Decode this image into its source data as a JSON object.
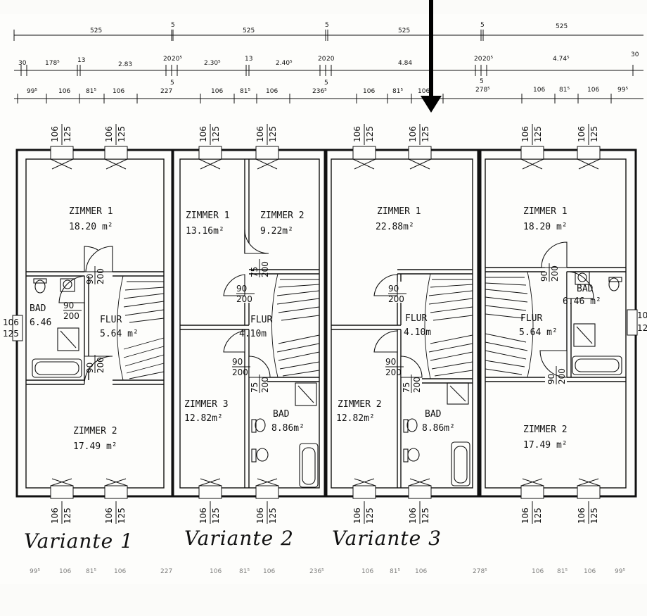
{
  "dim_rows": {
    "row1": [
      "525",
      "5",
      "525",
      "5",
      "525",
      "5",
      "525"
    ],
    "row2": [
      "30",
      "178⁵",
      "13",
      "2.83",
      "20",
      "20⁵",
      "2.30⁵",
      "13",
      "2.40⁵",
      "20",
      "20",
      "4.84",
      "20",
      "20⁵",
      "4.74⁵",
      "30",
      "5",
      "5",
      "5"
    ],
    "row3": [
      "99⁵",
      "106",
      "81⁵",
      "106",
      "227",
      "106",
      "81⁵",
      "106",
      "236⁵",
      "106",
      "81⁵",
      "106",
      "278⁵",
      "106",
      "81⁵",
      "106",
      "99⁵"
    ],
    "bottom": [
      "99⁵",
      "106",
      "81⁵",
      "106",
      "227",
      "106",
      "81⁵",
      "106",
      "236⁵",
      "106",
      "81⁵",
      "106",
      "278⁵",
      "106",
      "81⁵",
      "106",
      "99⁵"
    ]
  },
  "window": {
    "w": "106",
    "h": "125"
  },
  "door": {
    "w": "90",
    "h": "200"
  },
  "door_small": {
    "w": "75",
    "h": "200"
  },
  "side_window_left": {
    "w": "106",
    "h": "125"
  },
  "side_window_right": {
    "w": "10",
    "h": "12"
  },
  "rooms": {
    "v1_zimmer1": {
      "name": "ZIMMER 1",
      "area": "18.20 m²"
    },
    "v1_bad": {
      "name": "BAD",
      "area": "6.46"
    },
    "v1_flur": {
      "name": "FLUR",
      "area": "5.64 m²"
    },
    "v1_zimmer2": {
      "name": "ZIMMER 2",
      "area": "17.49 m²"
    },
    "v2_zimmer1": {
      "name": "ZIMMER 1",
      "area": "13.16m²"
    },
    "v2_zimmer2": {
      "name": "ZIMMER 2",
      "area": "9.22m²"
    },
    "v2_flur": {
      "name": "FLUR",
      "area": "4.10m"
    },
    "v2_zimmer3": {
      "name": "ZIMMER 3",
      "area": "12.82m²"
    },
    "v2_bad": {
      "name": "BAD",
      "area": "8.86m²"
    },
    "v3_zimmer1": {
      "name": "ZIMMER 1",
      "area": "22.88m²"
    },
    "v3_flur": {
      "name": "FLUR",
      "area": "4.10m"
    },
    "v3_zimmer2": {
      "name": "ZIMMER 2",
      "area": "12.82m²"
    },
    "v3_bad": {
      "name": "BAD",
      "area": "8.86m²"
    },
    "v4_zimmer1": {
      "name": "ZIMMER 1",
      "area": "18.20 m²"
    },
    "v4_bad": {
      "name": "BAD",
      "area": "6.46 m²"
    },
    "v4_flur": {
      "name": "FLUR",
      "area": "5.64 m²"
    },
    "v4_zimmer2": {
      "name": "ZIMMER 2",
      "area": "17.49 m²"
    }
  },
  "variants": [
    "Variante 1",
    "Variante 2",
    "Variante 3"
  ]
}
